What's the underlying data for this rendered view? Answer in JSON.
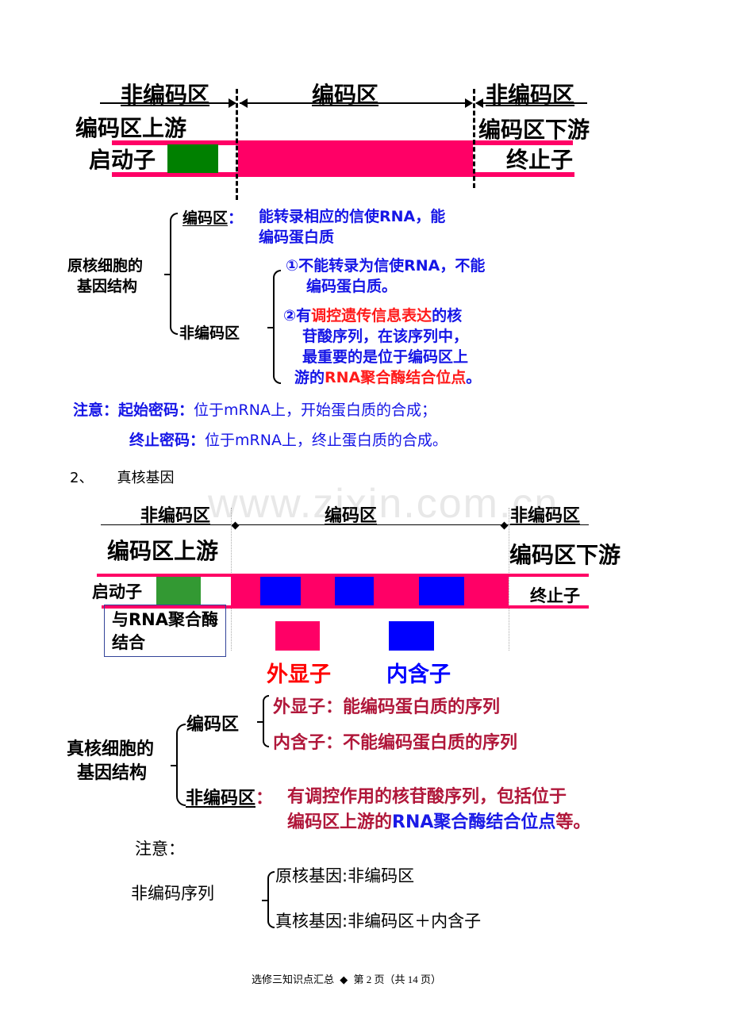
{
  "prokaryote_diagram": {
    "noncoding_left": "非编码区",
    "coding": "编码区",
    "noncoding_right": "非编码区",
    "upstream": "编码区上游",
    "downstream": "编码区下游",
    "promoter": "启动子",
    "terminator": "终止子",
    "colors": {
      "coding_block": "#ff0066",
      "promoter_block": "#008000"
    }
  },
  "prokaryote_structure": {
    "root": [
      "原核细胞的",
      "基因结构"
    ],
    "coding_label": "编码区",
    "coding_colon": "：",
    "coding_desc": [
      "能转录相应的信使RNA，能",
      "编码蛋白质"
    ],
    "noncoding_label": "非编码区",
    "item1": [
      "①不能转录为信使RNA，不能",
      "编码蛋白质。"
    ],
    "item2_pre": "②有",
    "item2_red": "调控遗传信息表达",
    "item2_post": "的核",
    "item2_line2": "苷酸序列，在该序列中，",
    "item2_line3": "最重要的是位于编码区上",
    "item2_line4_pre": "游的",
    "item2_line4_red": "RNA聚合酶结合位点",
    "item2_line4_post": "。"
  },
  "note1": {
    "label": "注意：",
    "start_codon_label": "起始密码：",
    "start_codon_text": "位于mRNA上，开始蛋白质的合成；",
    "stop_codon_label": "终止密码：",
    "stop_codon_text": "位于mRNA上，终止蛋白质的合成。"
  },
  "section2": {
    "number": "2、",
    "title": "真核基因"
  },
  "watermark": "www.zixin.com.cn",
  "eukaryote_diagram": {
    "noncoding_left": "非编码区",
    "coding": "编码区",
    "noncoding_right": "非编码区",
    "upstream": "编码区上游",
    "downstream": "编码区下游",
    "promoter": "启动子",
    "terminator": "终止子",
    "box_text": [
      "与RNA聚合酶",
      "结合"
    ],
    "legend_exon": "外显子",
    "legend_intron": "内含子",
    "colors": {
      "exon": "#ff0066",
      "intron": "#0000ff",
      "promoter_block": "#339933"
    }
  },
  "eukaryote_structure": {
    "root": [
      "真核细胞的",
      "基因结构"
    ],
    "coding_label": "编码区",
    "exon_line": "外显子：能编码蛋白质的序列",
    "intron_line": "内含子：不能编码蛋白质的序列",
    "noncoding_label": "非编码区",
    "noncoding_colon": "：",
    "noncoding_desc1": "有调控作用的核苷酸序列，包括位于",
    "noncoding_desc2_pre": "编码区上游的",
    "noncoding_desc2_blue": "RNA聚合酶结合位点",
    "noncoding_desc2_post": "等。"
  },
  "note2": {
    "label": "注意：",
    "term": "非编码序列",
    "prokaryote": "原核基因:非编码区",
    "eukaryote": "真核基因:非编码区＋内含子"
  },
  "footer": {
    "title": "选修三知识点汇总",
    "diamond": "◆",
    "page": "第 2 页（共 14 页）"
  }
}
